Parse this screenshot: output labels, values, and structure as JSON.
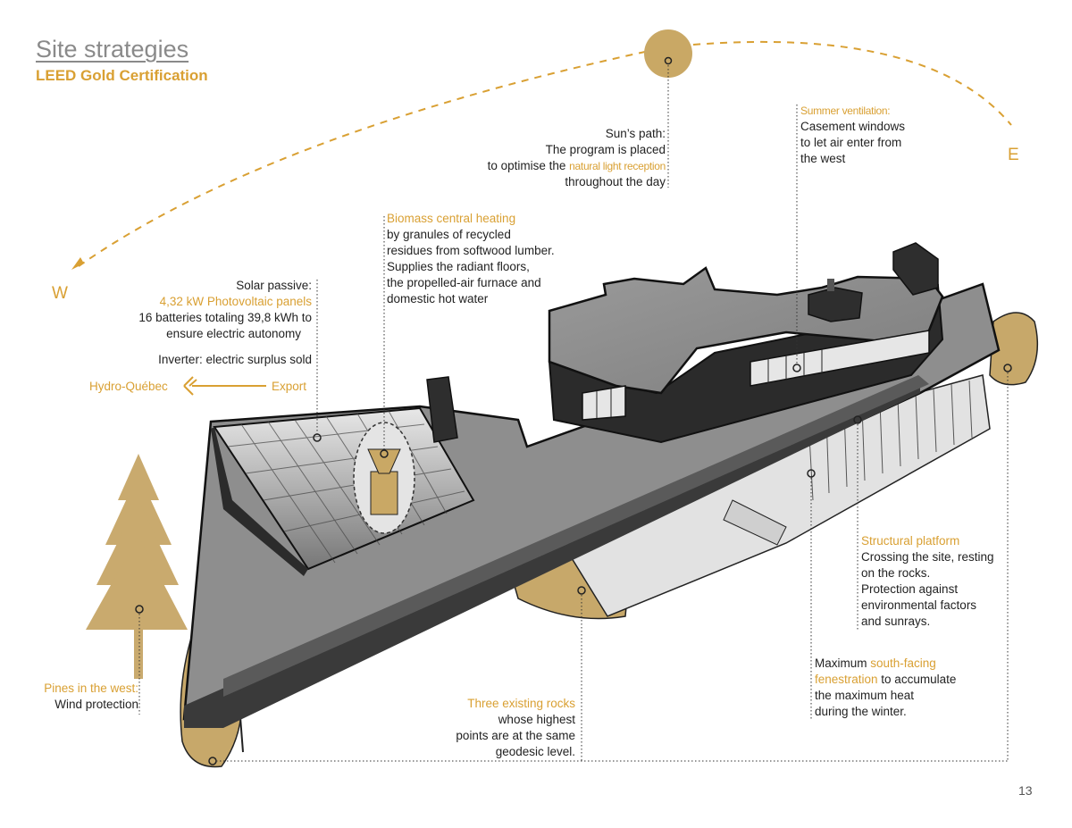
{
  "header": {
    "title": "Site strategies ",
    "subtitle": "LEED Gold Certification"
  },
  "compass": {
    "west": "W",
    "east": "E"
  },
  "sun": {
    "l1": "Sun’s path:",
    "l2": "The program is placed",
    "l3a": "to optimise the ",
    "l3b": "natural light reception",
    "l4": "throughout the day"
  },
  "ventilation": {
    "title": "Summer ventilation:",
    "l1": "Casement windows",
    "l2": "to let air enter from",
    "l3": "the west"
  },
  "biomass": {
    "title": "Biomass central heating",
    "l1": "by granules of recycled",
    "l2": "residues from softwood lumber.",
    "l3": "Supplies the radiant floors,",
    "l4": "the propelled-air furnace and",
    "l5": "domestic hot water"
  },
  "solar": {
    "l1": "Solar passive:",
    "l2": "4,32 kW Photovoltaic panels",
    "l3": "16 batteries totaling 39,8 kWh to",
    "l4": "ensure electric autonomy",
    "l5": "Inverter: electric surplus sold",
    "hydro": "Hydro-Québec",
    "export": "Export"
  },
  "platform": {
    "title": "Structural platform",
    "l1": "Crossing the site, resting",
    "l2": "on the rocks.",
    "l3": "Protection against",
    "l4": "environmental factors",
    "l5": "and sunrays."
  },
  "south": {
    "l1a": "Maximum ",
    "l1b": "south-facing",
    "l2a": "fenestration",
    "l2b": " to accumulate",
    "l3": "the maximum heat",
    "l4": "during the winter."
  },
  "pines": {
    "title": "Pines in the west:",
    "l1": "Wind protection"
  },
  "rocks": {
    "title": "Three existing rocks",
    "l1": "whose highest",
    "l2": "points are at the same",
    "l3": "geodesic level."
  },
  "page_number": "13",
  "colors": {
    "accent": "#d9a033",
    "rock": "#c7a86a",
    "sun": "#c9a865",
    "title_grey": "#8a8a8a",
    "dark": "#2a2a2a"
  }
}
